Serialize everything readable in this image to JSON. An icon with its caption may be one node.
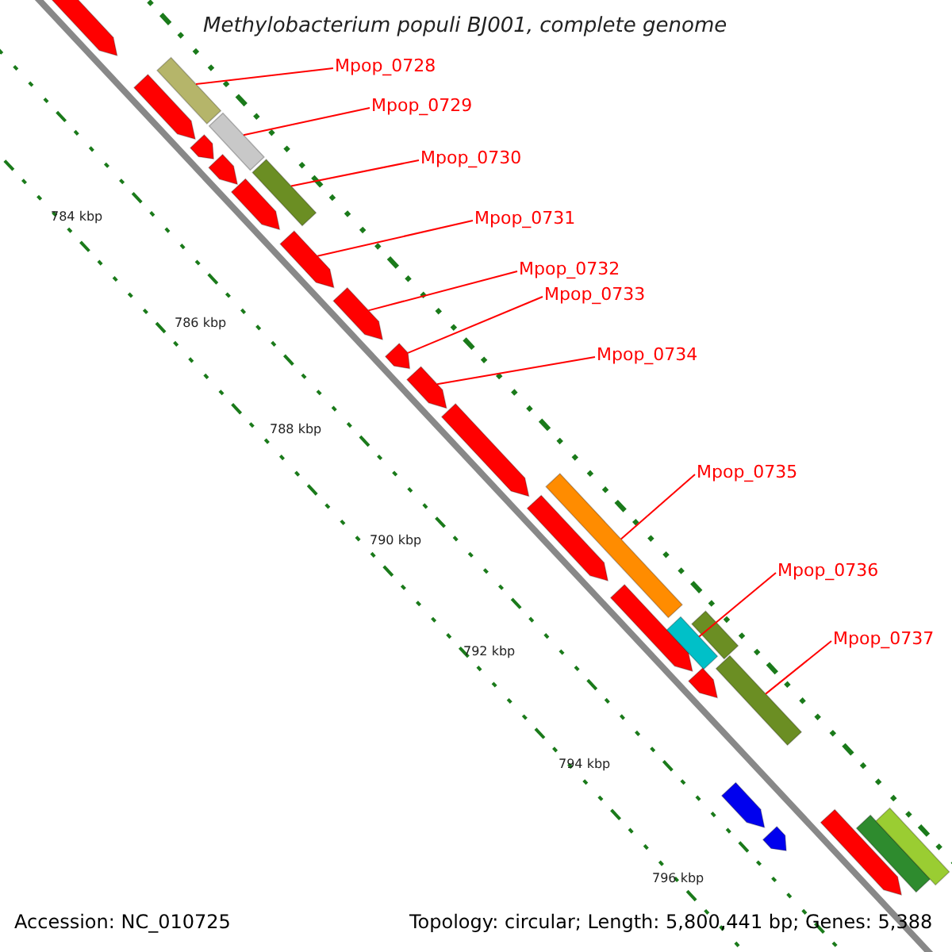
{
  "diagram": {
    "title": "Methylobacterium populi BJ001, complete genome",
    "nodes": [
      {
        "text": [
          "Mpop_0728"
        ]
      },
      {
        "text": [
          "Mpop_0729"
        ]
      },
      {
        "text": [
          "Mpop_0730"
        ]
      },
      {
        "text": [
          "Mpop_0731"
        ]
      },
      {
        "text": [
          "Mpop_0732"
        ]
      },
      {
        "text": [
          "Mpop_0733"
        ]
      },
      {
        "text": [
          "Mpop_0734"
        ]
      },
      {
        "text": [
          "Mpop_0735"
        ]
      },
      {
        "text": [
          "Mpop_0736"
        ]
      },
      {
        "text": [
          "Mpop_0737"
        ]
      },
      {
        "text": [],
        "shape": "arrow"
      },
      {
        "text": [],
        "shape": "arrow"
      },
      {
        "text": [],
        "shape": "bar"
      },
      {
        "text": [],
        "shape": "bar"
      },
      {
        "text": [],
        "shape": "arrow"
      },
      {
        "text": [],
        "shape": "arrow"
      },
      {
        "text": [],
        "shape": "arrow"
      },
      {
        "text": [],
        "shape": "bar"
      },
      {
        "text": [],
        "shape": "arrow"
      },
      {
        "text": [],
        "shape": "arrow"
      },
      {
        "text": [],
        "shape": "arrow"
      },
      {
        "text": [],
        "shape": "arrow"
      },
      {
        "text": [],
        "shape": "arrow"
      },
      {
        "text": [],
        "shape": "bar"
      },
      {
        "text": [],
        "shape": "arrow"
      },
      {
        "text": [],
        "shape": "arrow"
      },
      {
        "text": [],
        "shape": "bar"
      },
      {
        "text": [],
        "shape": "bar"
      },
      {
        "text": [],
        "shape": "arrow"
      },
      {
        "text": [],
        "shape": "bar"
      },
      {
        "text": [],
        "shape": "arrow"
      },
      {
        "text": [],
        "shape": "arrow"
      },
      {
        "text": [],
        "shape": "arrow"
      },
      {
        "text": [],
        "shape": "bar"
      },
      {
        "text": [],
        "shape": "bar"
      }
    ],
    "edges": [
      {
        "from": 0,
        "to": 12,
        "arrow": "none"
      },
      {
        "from": 1,
        "to": 13,
        "arrow": "none"
      },
      {
        "from": 2,
        "to": 17,
        "arrow": "none"
      },
      {
        "from": 3,
        "to": 18,
        "arrow": "none"
      },
      {
        "from": 4,
        "to": 19,
        "arrow": "none"
      },
      {
        "from": 5,
        "to": 20,
        "arrow": "none"
      },
      {
        "from": 6,
        "to": 21,
        "arrow": "none"
      },
      {
        "from": 7,
        "to": 23,
        "arrow": "none"
      },
      {
        "from": 8,
        "to": 26,
        "arrow": "none"
      },
      {
        "from": 9,
        "to": 29,
        "arrow": "none"
      }
    ],
    "labels": [
      "784 kbp",
      "786 kbp",
      "788 kbp",
      "790 kbp",
      "792 kbp",
      "794 kbp",
      "796 kbp",
      "Accession: NC_010725",
      "Topology: circular; Length: 5,800,441 bp; Genes: 5,388"
    ]
  }
}
